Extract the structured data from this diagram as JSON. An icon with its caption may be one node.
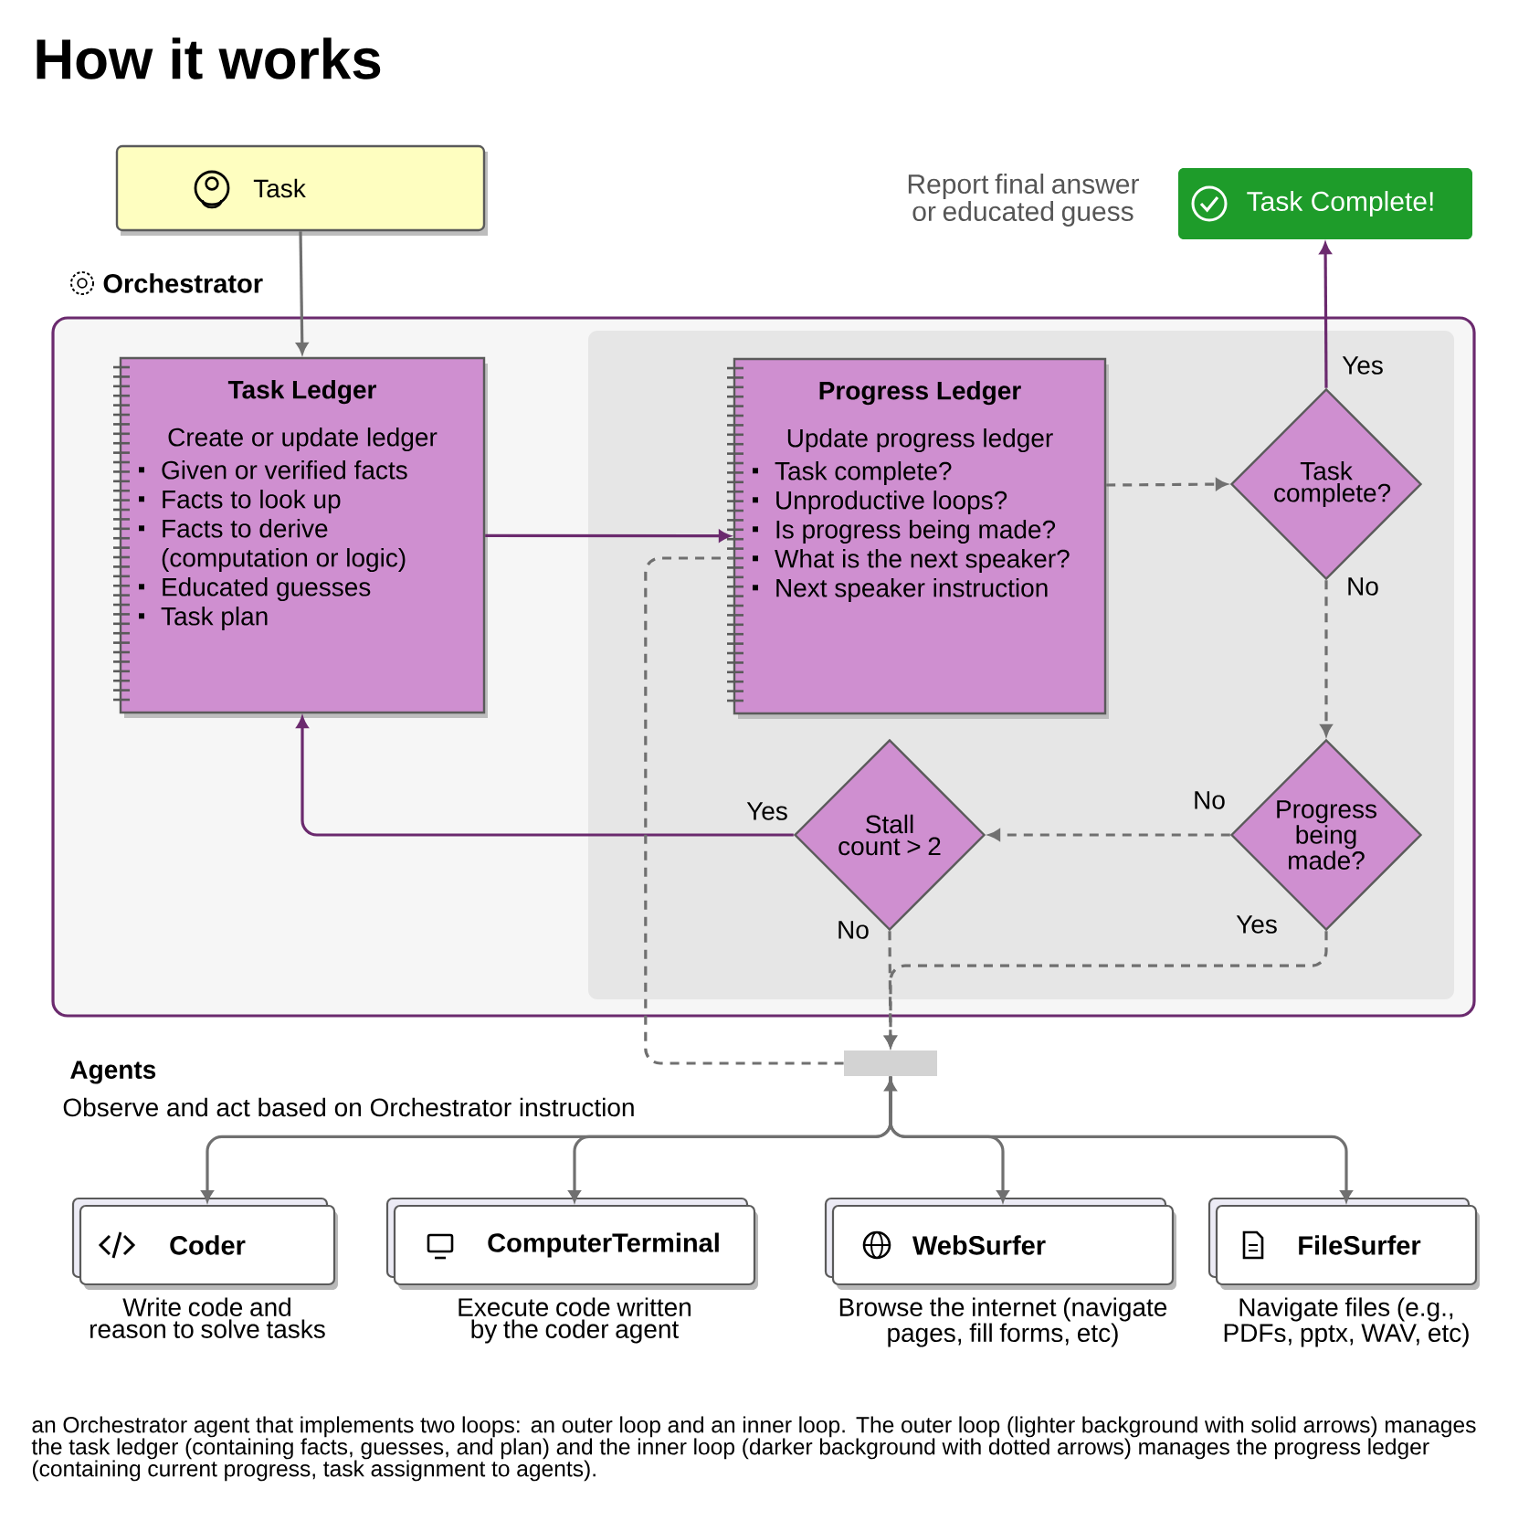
{
  "diagram": {
    "title": "How it works",
    "caption": "an Orchestrator agent that implements two loops: an outer loop and an inner loop. The outer loop (lighter background with solid arrows) manages the task ledger (containing facts, guesses, and plan) and the inner loop (darker background with dotted arrows) manages the progress ledger (containing current progress, task assignment to agents).",
    "nodes": [
      {
        "text": [
          "Task"
        ]
      },
      {
        "text": [
          "Task Complete!"
        ],
        "beside": [
          "Report final answer or educated guess"
        ]
      },
      {
        "text": [
          "Orchestrator"
        ]
      },
      {
        "text": [],
        "shape": "box",
        "in": 2
      },
      {
        "text": [
          "Task Ledger",
          "Create or update ledger",
          "Given or verified facts",
          "Facts to look up",
          "Facts to derive (computation or logic)",
          "Educated guesses",
          "Task plan"
        ],
        "in": 2
      },
      {
        "text": [
          "Progress Ledger",
          "Update progress ledger",
          "Task complete?",
          "Unproductive loops?",
          "Is progress being made?",
          "What is the next speaker?",
          "Next speaker instruction"
        ],
        "in": 3
      },
      {
        "text": [
          "Task complete?"
        ],
        "in": 3
      },
      {
        "text": [
          "Stall count > 2"
        ],
        "in": 3
      },
      {
        "text": [
          "Progress being made?"
        ],
        "in": 3
      },
      {
        "text": [],
        "shape": "bar"
      },
      {
        "text": [
          "Coder"
        ],
        "beside": [
          "Write code and reason to solve tasks"
        ]
      },
      {
        "text": [
          "ComputerTerminal"
        ],
        "beside": [
          "Execute code written by the coder agent"
        ]
      },
      {
        "text": [
          "WebSurfer"
        ],
        "beside": [
          "Browse the internet (navigate pages, fill forms, etc)"
        ]
      },
      {
        "text": [
          "FileSurfer"
        ],
        "beside": [
          "Navigate files (e.g., PDFs, pptx, WAV, etc)"
        ]
      }
    ],
    "edges": [
      {
        "from": 0,
        "to": 4,
        "arrow": "to"
      },
      {
        "from": 4,
        "to": 5,
        "arrow": "to",
        "color": "#6b2a6e"
      },
      {
        "from": 5,
        "to": 6,
        "arrow": "to",
        "style": "dashed"
      },
      {
        "from": 6,
        "to": 1,
        "arrow": "to",
        "label": "Yes",
        "color": "#6b2a6e"
      },
      {
        "from": 6,
        "to": 8,
        "arrow": "to",
        "label": "No",
        "style": "dashed"
      },
      {
        "from": 8,
        "to": 7,
        "arrow": "to",
        "label": "No",
        "style": "dashed"
      },
      {
        "from": 7,
        "to": 4,
        "arrow": "to",
        "label": "Yes",
        "color": "#6b2a6e"
      },
      {
        "from": 8,
        "to": 9,
        "arrow": "to",
        "label": "Yes",
        "style": "dashed"
      },
      {
        "from": 7,
        "to": 9,
        "arrow": "to",
        "label": "No",
        "style": "dashed"
      },
      {
        "from": 9,
        "to": 5,
        "arrow": "none",
        "style": "dashed"
      },
      {
        "from": 9,
        "to": 10,
        "arrow": "both"
      },
      {
        "from": 9,
        "to": 11,
        "arrow": "both"
      },
      {
        "from": 9,
        "to": 12,
        "arrow": "both"
      },
      {
        "from": 9,
        "to": 13,
        "arrow": "both"
      }
    ],
    "labels": [
      "Agents",
      "Observe and act based on Orchestrator instruction"
    ]
  }
}
